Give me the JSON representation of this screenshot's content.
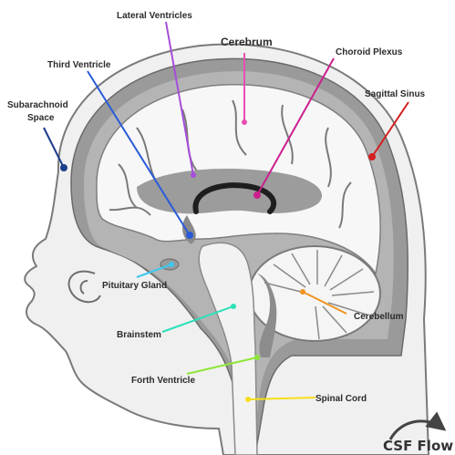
{
  "diagram": {
    "labels": {
      "lateral_ventricles": "Lateral Ventricles",
      "cerebrum": "Cerebrum",
      "third_ventricle": "Third Ventricle",
      "choroid_plexus": "Choroid Plexus",
      "sagittal_sinus": "Sagittal Sinus",
      "subarachnoid_line1": "Subarachnoid",
      "subarachnoid_line2": "Space",
      "pituitary_gland": "Pituitary Gland",
      "cerebellum": "Cerebellum",
      "brainstem": "Brainstem",
      "fourth_ventricle": "Forth Ventricle",
      "spinal_cord": "Spinal Cord"
    },
    "legend": {
      "flow_label": "CSF Flow",
      "flow_icon": "curved-arrow-icon"
    },
    "colors": {
      "lateral_ventricles": "#a64ddb",
      "cerebrum": "#e84fb0",
      "third_ventricle": "#2a5bd8",
      "choroid_plexus": "#cc1f8e",
      "sagittal_sinus": "#d42020",
      "subarachnoid": "#1d3e8a",
      "pituitary_gland": "#3ec8f0",
      "cerebellum": "#f0931f",
      "brainstem": "#2ee0b8",
      "fourth_ventricle": "#8fe63a",
      "spinal_cord": "#f5df1a",
      "csf_gray": "#8c8c8c",
      "tissue_gray": "#d4d4d4"
    }
  }
}
